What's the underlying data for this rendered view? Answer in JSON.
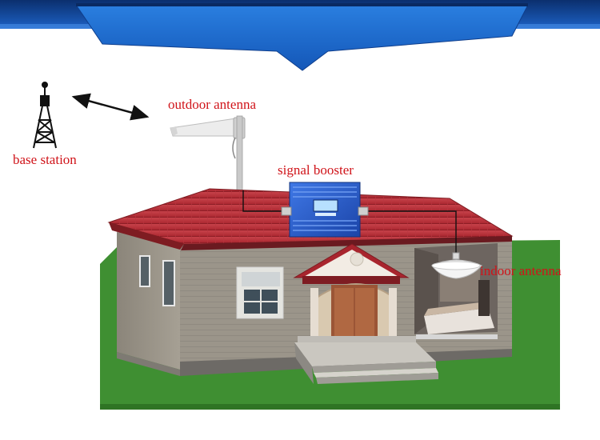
{
  "labels": {
    "outdoor_antenna": "outdoor antenna",
    "base_station": "base station",
    "signal_booster": "signal booster",
    "indoor_antenna": "indoor antenna"
  },
  "colors": {
    "banner": "#1f6fd1",
    "label": "#d0141a",
    "roof": "#c8343f",
    "wall": "#9a9488",
    "grass": "#3f8f32",
    "booster": "#2456c8"
  },
  "icons": [
    "cell-tower-icon",
    "double-arrow-icon",
    "yagi-antenna-icon",
    "booster-device-icon",
    "ceiling-antenna-icon"
  ]
}
